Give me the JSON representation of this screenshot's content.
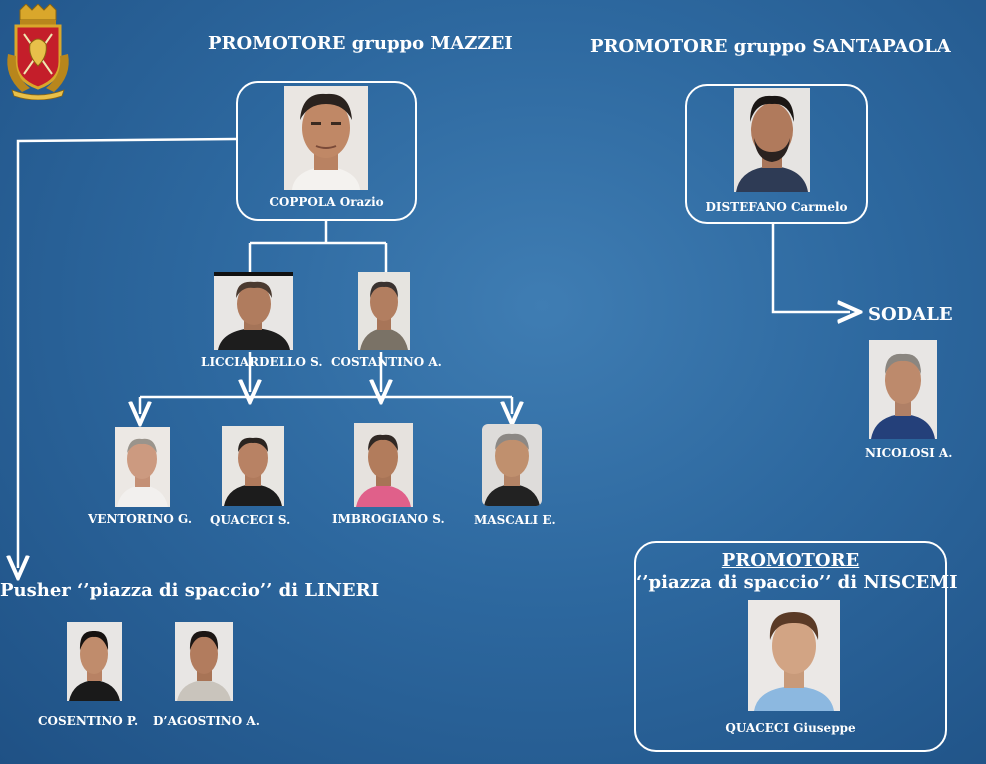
{
  "headings": {
    "mazzei": "PROMOTORE gruppo MAZZEI",
    "santapaola": "PROMOTORE gruppo SANTAPAOLA",
    "sodale": "SODALE",
    "lineri": "Pusher ‘’piazza di spaccio’’ di  LINERI",
    "niscemi_title": "PROMOTORE",
    "niscemi_sub": "‘’piazza  di spaccio’’ di  NISCEMI"
  },
  "people": {
    "coppola": "COPPOLA Orazio",
    "distefano": "DISTEFANO Carmelo",
    "licciardello": "LICCIARDELLO  S.",
    "costantino": "COSTANTINO A.",
    "nicolosi": "NICOLOSI A.",
    "ventorino": "VENTORINO G.",
    "quaceci_s": "QUACECI S.",
    "imbrogiano": "IMBROGIANO  S.",
    "mascali": "MASCALI   E.",
    "cosentino": "COSENTINO P.",
    "dagostino": "D’AGOSTINO A.",
    "quaceci_g": "QUACECI Giuseppe"
  },
  "colors": {
    "background": "#2d689f",
    "line": "#ffffff",
    "emblem_red": "#c41e2a",
    "emblem_gold": "#d9a72b"
  },
  "icons": [
    "police-emblem-icon"
  ]
}
